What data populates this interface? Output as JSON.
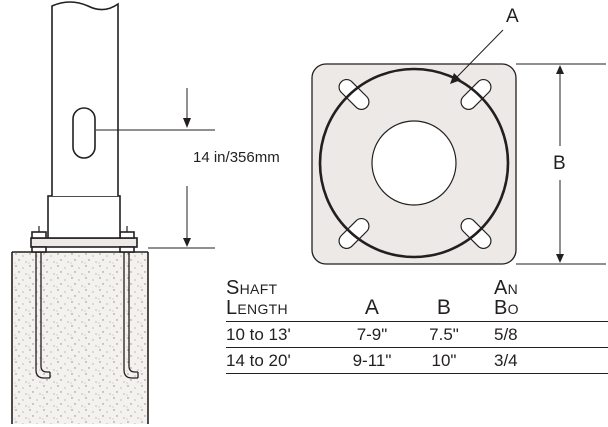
{
  "callouts": {
    "height_dim": "14 in/356mm",
    "dim_a": "A",
    "dim_b": "B"
  },
  "table": {
    "headers": [
      {
        "lines": [
          "Shaft",
          "Length"
        ]
      },
      {
        "lines": [
          "A"
        ]
      },
      {
        "lines": [
          "B"
        ]
      },
      {
        "lines": [
          "An",
          "Bo"
        ]
      }
    ],
    "rows": [
      [
        "10 to 13'",
        "7-9\"",
        "7.5\"",
        "5/8"
      ],
      [
        "14 to 20'",
        "9-11\"",
        "10\"",
        "3/4"
      ]
    ]
  },
  "colors": {
    "line": "#231f20",
    "plate_fill": "#ece9e6",
    "concrete": "#f3f1ee"
  }
}
